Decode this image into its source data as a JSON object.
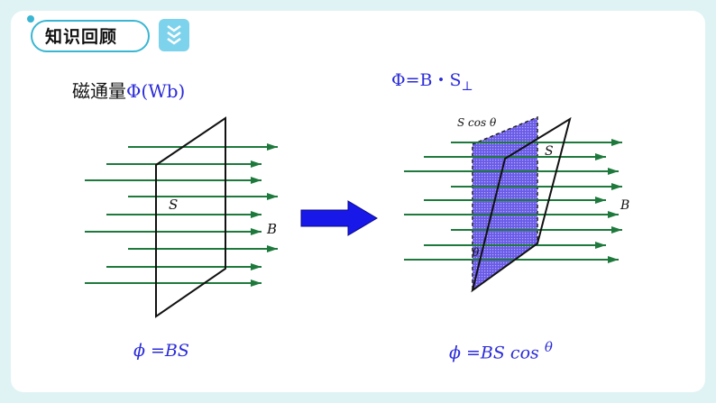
{
  "header": {
    "title": "知识回顾"
  },
  "main": {
    "flux_label_text": "磁通量",
    "flux_label_symbol": "Φ(Wb)",
    "formula_top_main": "Φ=B・S",
    "formula_top_sub": "⊥",
    "left_figure": {
      "area_label": "S",
      "field_label": "B",
      "caption": "ϕ =BS"
    },
    "right_figure": {
      "projection_label": "S cos θ",
      "area_label": "S",
      "field_label": "B",
      "angle_label": "θ",
      "caption_main": "ϕ =BS  cos ",
      "caption_theta": "θ"
    }
  },
  "colors": {
    "accent": "#39b6d3",
    "arrow_green": "#1e7a3c",
    "formula_blue": "#2b2bd9",
    "big_arrow_blue": "#1818e8",
    "projection_fill": "#6a5be8"
  },
  "icons": {
    "header_chevrons": "double-chevron-down-icon",
    "transform_arrow": "arrow-right-icon"
  }
}
